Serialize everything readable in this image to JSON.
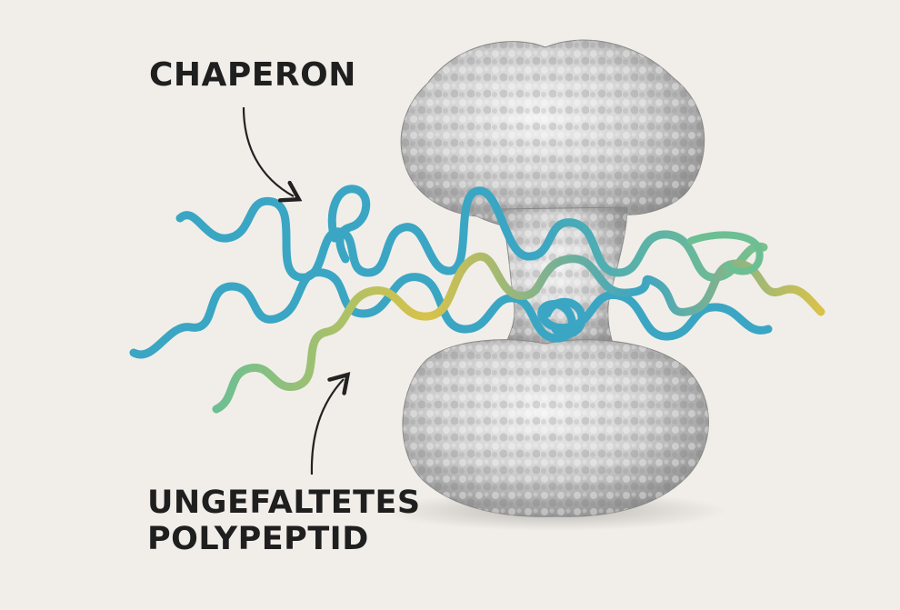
{
  "labels": {
    "chaperon": "CHAPERON",
    "polypeptide_line1": "UNGEFALTETES",
    "polypeptide_line2": "POLYPEPTID"
  },
  "colors": {
    "background": "#f1eee9",
    "chaperon_body": "#c9c9c9",
    "chain_blue": "#3aa6c4",
    "chain_teal": "#5bb89a",
    "chain_yellow": "#d8c24a",
    "arrow": "#222222"
  }
}
